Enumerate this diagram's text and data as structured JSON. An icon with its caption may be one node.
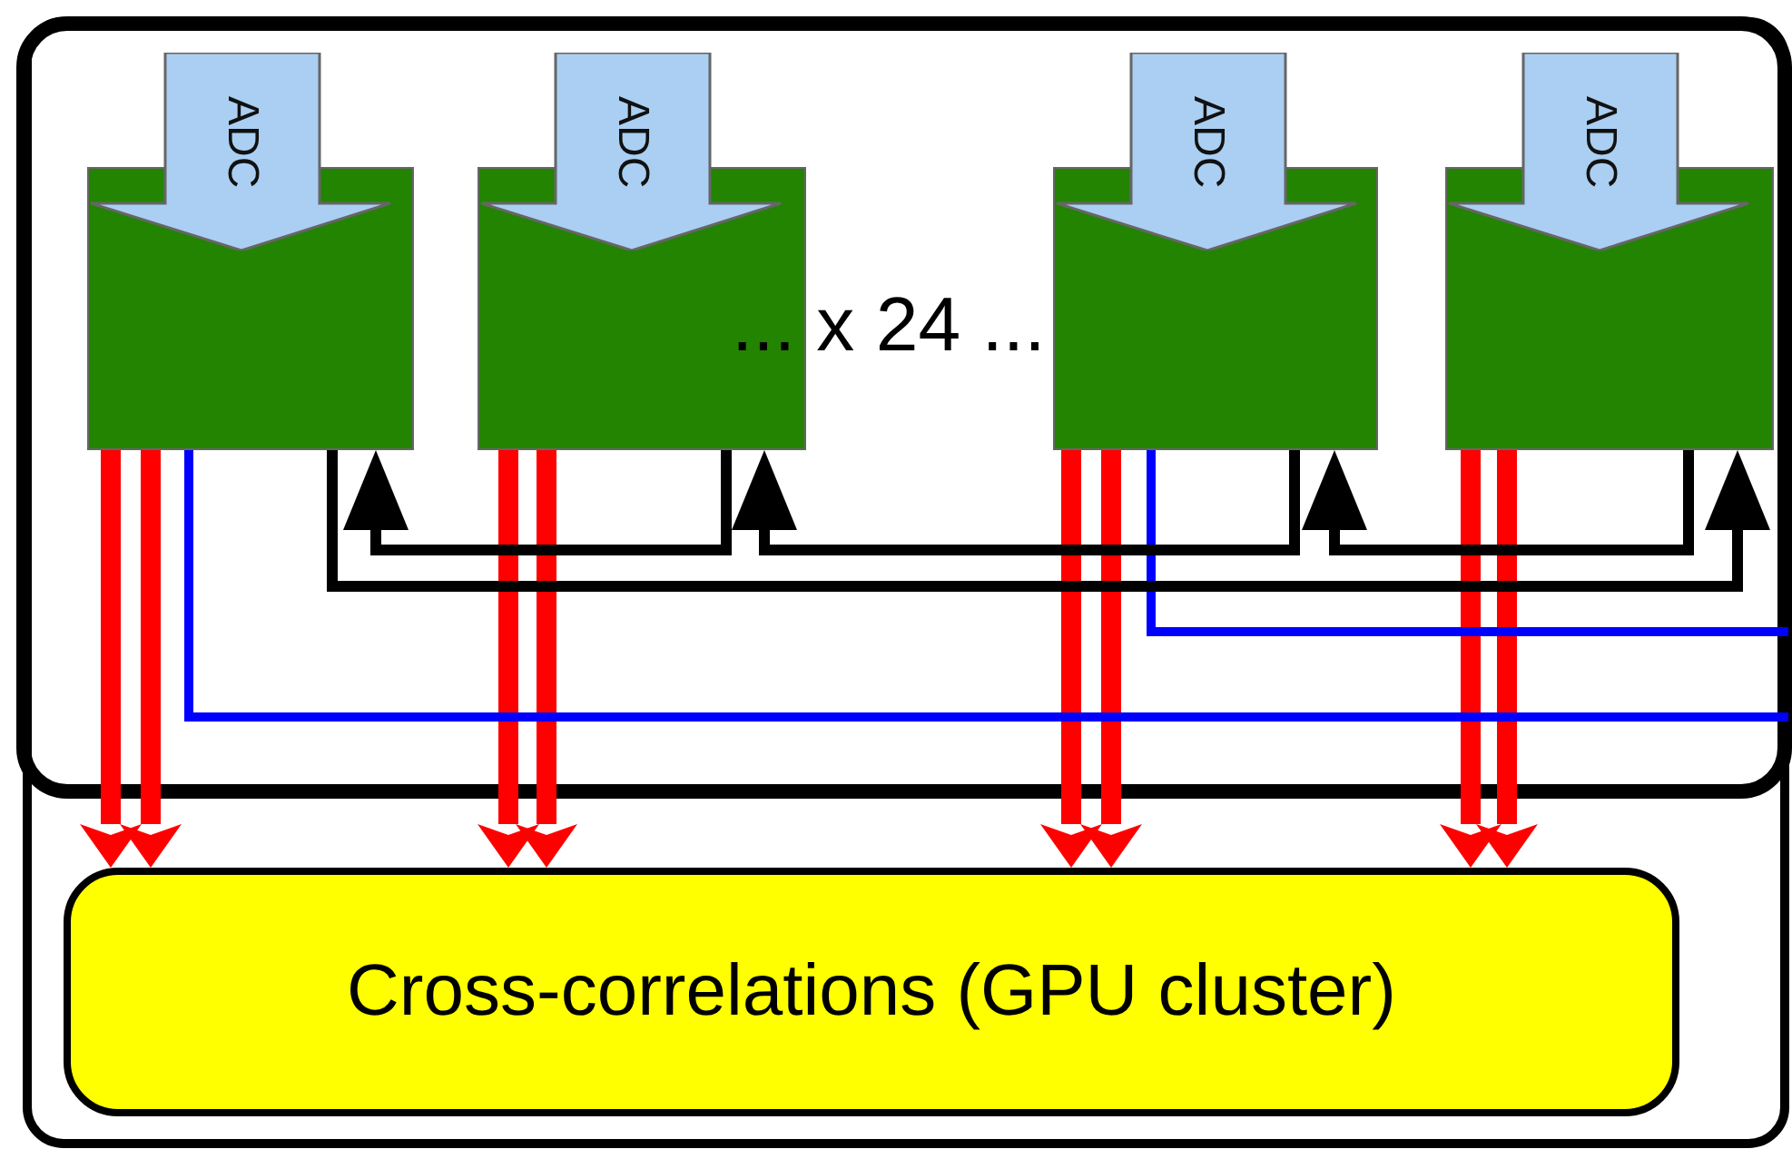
{
  "diagram": {
    "nodes": [
      {
        "text": [
          "ADC"
        ]
      },
      {
        "text": [],
        "shape": "box"
      },
      {
        "text": [
          "ADC"
        ]
      },
      {
        "text": [],
        "shape": "box"
      },
      {
        "text": [
          "ADC"
        ]
      },
      {
        "text": [],
        "shape": "box"
      },
      {
        "text": [
          "ADC"
        ]
      },
      {
        "text": [],
        "shape": "box"
      },
      {
        "text": [
          "Cross-correlations (GPU cluster)"
        ]
      }
    ],
    "edges": [
      {
        "from": 1,
        "to": 8,
        "arrow": "to"
      },
      {
        "from": 1,
        "to": 8,
        "arrow": "to"
      },
      {
        "from": 3,
        "to": 8,
        "arrow": "to"
      },
      {
        "from": 3,
        "to": 8,
        "arrow": "to"
      },
      {
        "from": 5,
        "to": 8,
        "arrow": "to"
      },
      {
        "from": 5,
        "to": 8,
        "arrow": "to"
      },
      {
        "from": 7,
        "to": 8,
        "arrow": "to"
      },
      {
        "from": 7,
        "to": 8,
        "arrow": "to"
      },
      {
        "from": 1,
        "to": null,
        "arrow": "none",
        "color": "#0000ff"
      },
      {
        "from": 5,
        "to": null,
        "arrow": "none",
        "color": "#0000ff"
      },
      {
        "from": 3,
        "to": 1,
        "arrow": "to",
        "color": "#000000"
      },
      {
        "from": 5,
        "to": 3,
        "arrow": "to",
        "color": "#000000"
      },
      {
        "from": 7,
        "to": 5,
        "arrow": "to",
        "color": "#000000"
      },
      {
        "from": 1,
        "to": 7,
        "arrow": "to",
        "color": "#000000"
      }
    ],
    "labels": [
      "... x 24 ..."
    ]
  }
}
